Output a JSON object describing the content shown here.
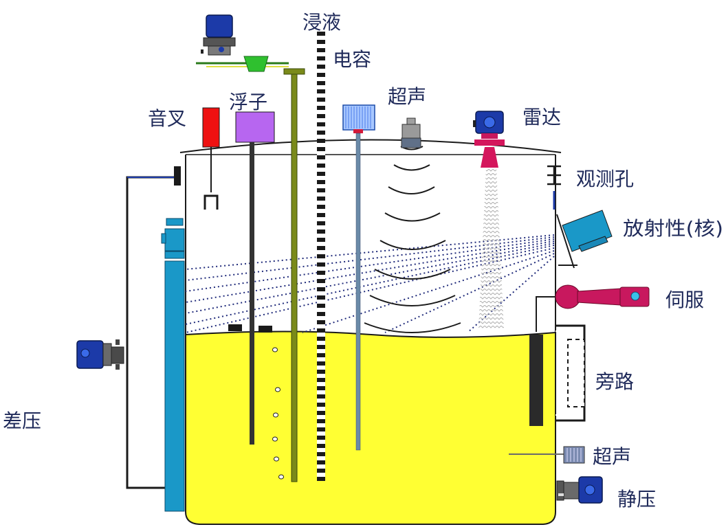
{
  "labels": {
    "immersion": "浸液",
    "capacitance": "电容",
    "ultrasonic_top": "超声",
    "radar": "雷达",
    "tuning_fork": "音叉",
    "float": "浮子",
    "sight_hole": "观测孔",
    "radioactive": "放射性(核)",
    "servo": "伺服",
    "bypass": "旁路",
    "diff_pressure": "差压",
    "ultrasonic_bottom": "超声",
    "static_pressure": "静压"
  },
  "colors": {
    "liquid": "#ffff33",
    "outline": "#1a1a1a",
    "label": "#1f2a5a",
    "transmitter": "#1c3aa8",
    "diff_pipe": "#1a98c8",
    "fork": "#ee1111",
    "float_box": "#b766f0",
    "float_rod": "#7a8a1a",
    "radar_horn": "#d4165c",
    "servo": "#c8185e",
    "nuclear_box": "#1a98c8",
    "ultrasonic_waves": "#1a1a1a",
    "radiation_lines": "#1f2a7a"
  }
}
